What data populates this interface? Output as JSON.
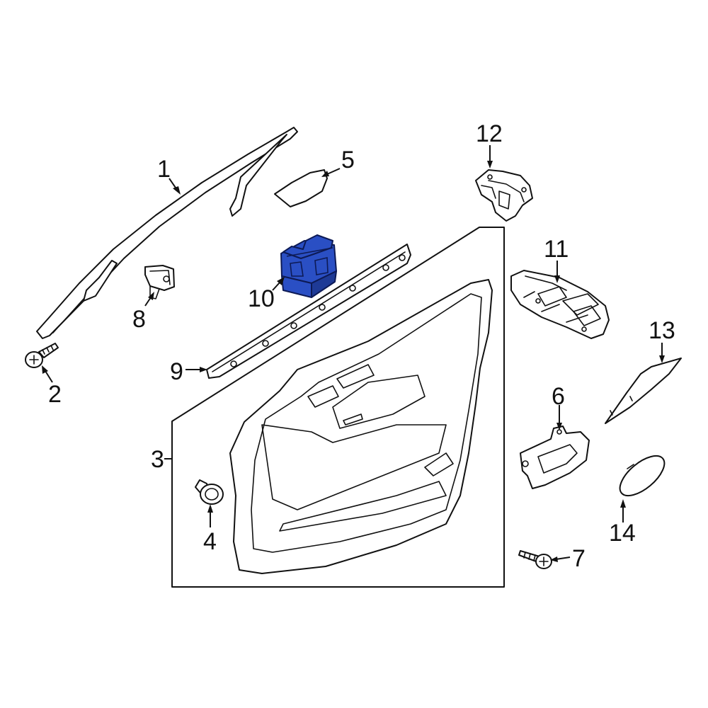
{
  "diagram": {
    "highlight_color": "#2a4fc4",
    "callouts": {
      "c1": "1",
      "c2": "2",
      "c3": "3",
      "c4": "4",
      "c5": "5",
      "c6": "6",
      "c7": "7",
      "c8": "8",
      "c9": "9",
      "c10": "10",
      "c11": "11",
      "c12": "12",
      "c13": "13",
      "c14": "14"
    }
  }
}
